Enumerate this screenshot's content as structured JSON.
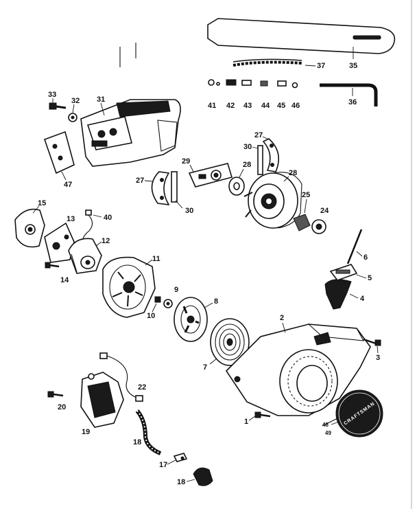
{
  "brand_label": "CRAFTSMAN",
  "callouts": {
    "c1": "1",
    "c2": "2",
    "c3": "3",
    "c4": "4",
    "c5": "5",
    "c6": "6",
    "c7": "7",
    "c8": "8",
    "c9": "9",
    "c10": "10",
    "c11": "11",
    "c12": "12",
    "c13": "13",
    "c14": "14",
    "c15": "15",
    "c17": "17",
    "c18a": "18",
    "c18b": "18",
    "c19": "19",
    "c20": "20",
    "c22": "22",
    "c24": "24",
    "c25": "25",
    "c27a": "27",
    "c27b": "27",
    "c28a": "28",
    "c28b": "28",
    "c29": "29",
    "c30a": "30",
    "c30b": "30",
    "c31": "31",
    "c32": "32",
    "c33": "33",
    "c35": "35",
    "c36": "36",
    "c37": "37",
    "c40": "40",
    "c41": "41",
    "c42": "42",
    "c43": "43",
    "c44": "44",
    "c45": "45",
    "c46": "46",
    "c47": "47",
    "c48": "48",
    "c49": "49"
  }
}
